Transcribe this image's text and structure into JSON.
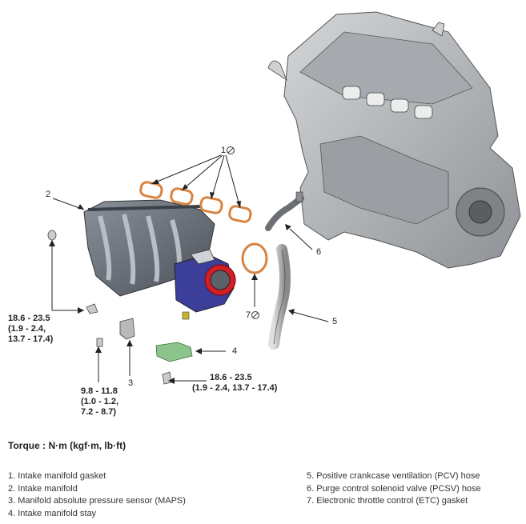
{
  "callouts": {
    "c1": "1",
    "c2": "2",
    "c3": "3",
    "c4": "4",
    "c5": "5",
    "c6": "6",
    "c7": "7"
  },
  "torques": {
    "t1": [
      "18.6 - 23.5",
      "(1.9 - 2.4,",
      "13.7 - 17.4)"
    ],
    "t2": [
      "9.8 - 11.8",
      "(1.0 - 1.2,",
      "7.2 - 8.7)"
    ],
    "t3": [
      "18.6 - 23.5",
      "(1.9 - 2.4, 13.7 - 17.4)"
    ]
  },
  "torque_heading": "Torque : N·m (kgf·m, lb·ft)",
  "legend": {
    "left": [
      "1. Intake manifold gasket",
      "2. Intake manifold",
      "3. Manifold absolute pressure sensor (MAPS)",
      "4. Intake manifold stay"
    ],
    "right": [
      "5. Positive crankcase ventilation (PCV) hose",
      "6. Purge control solenoid valve (PCSV) hose",
      "7. Electronic throttle control (ETC) gasket"
    ]
  },
  "icons": {
    "replace_symbol": "circle-slash-icon"
  },
  "colors": {
    "engine": "#b9bcc0",
    "manifold": "#6d7580",
    "throttle": "#3b3f9a",
    "gasket_red": "#d21f26",
    "gasket_orange": "#d98340",
    "stay_green": "#8cc48c"
  }
}
